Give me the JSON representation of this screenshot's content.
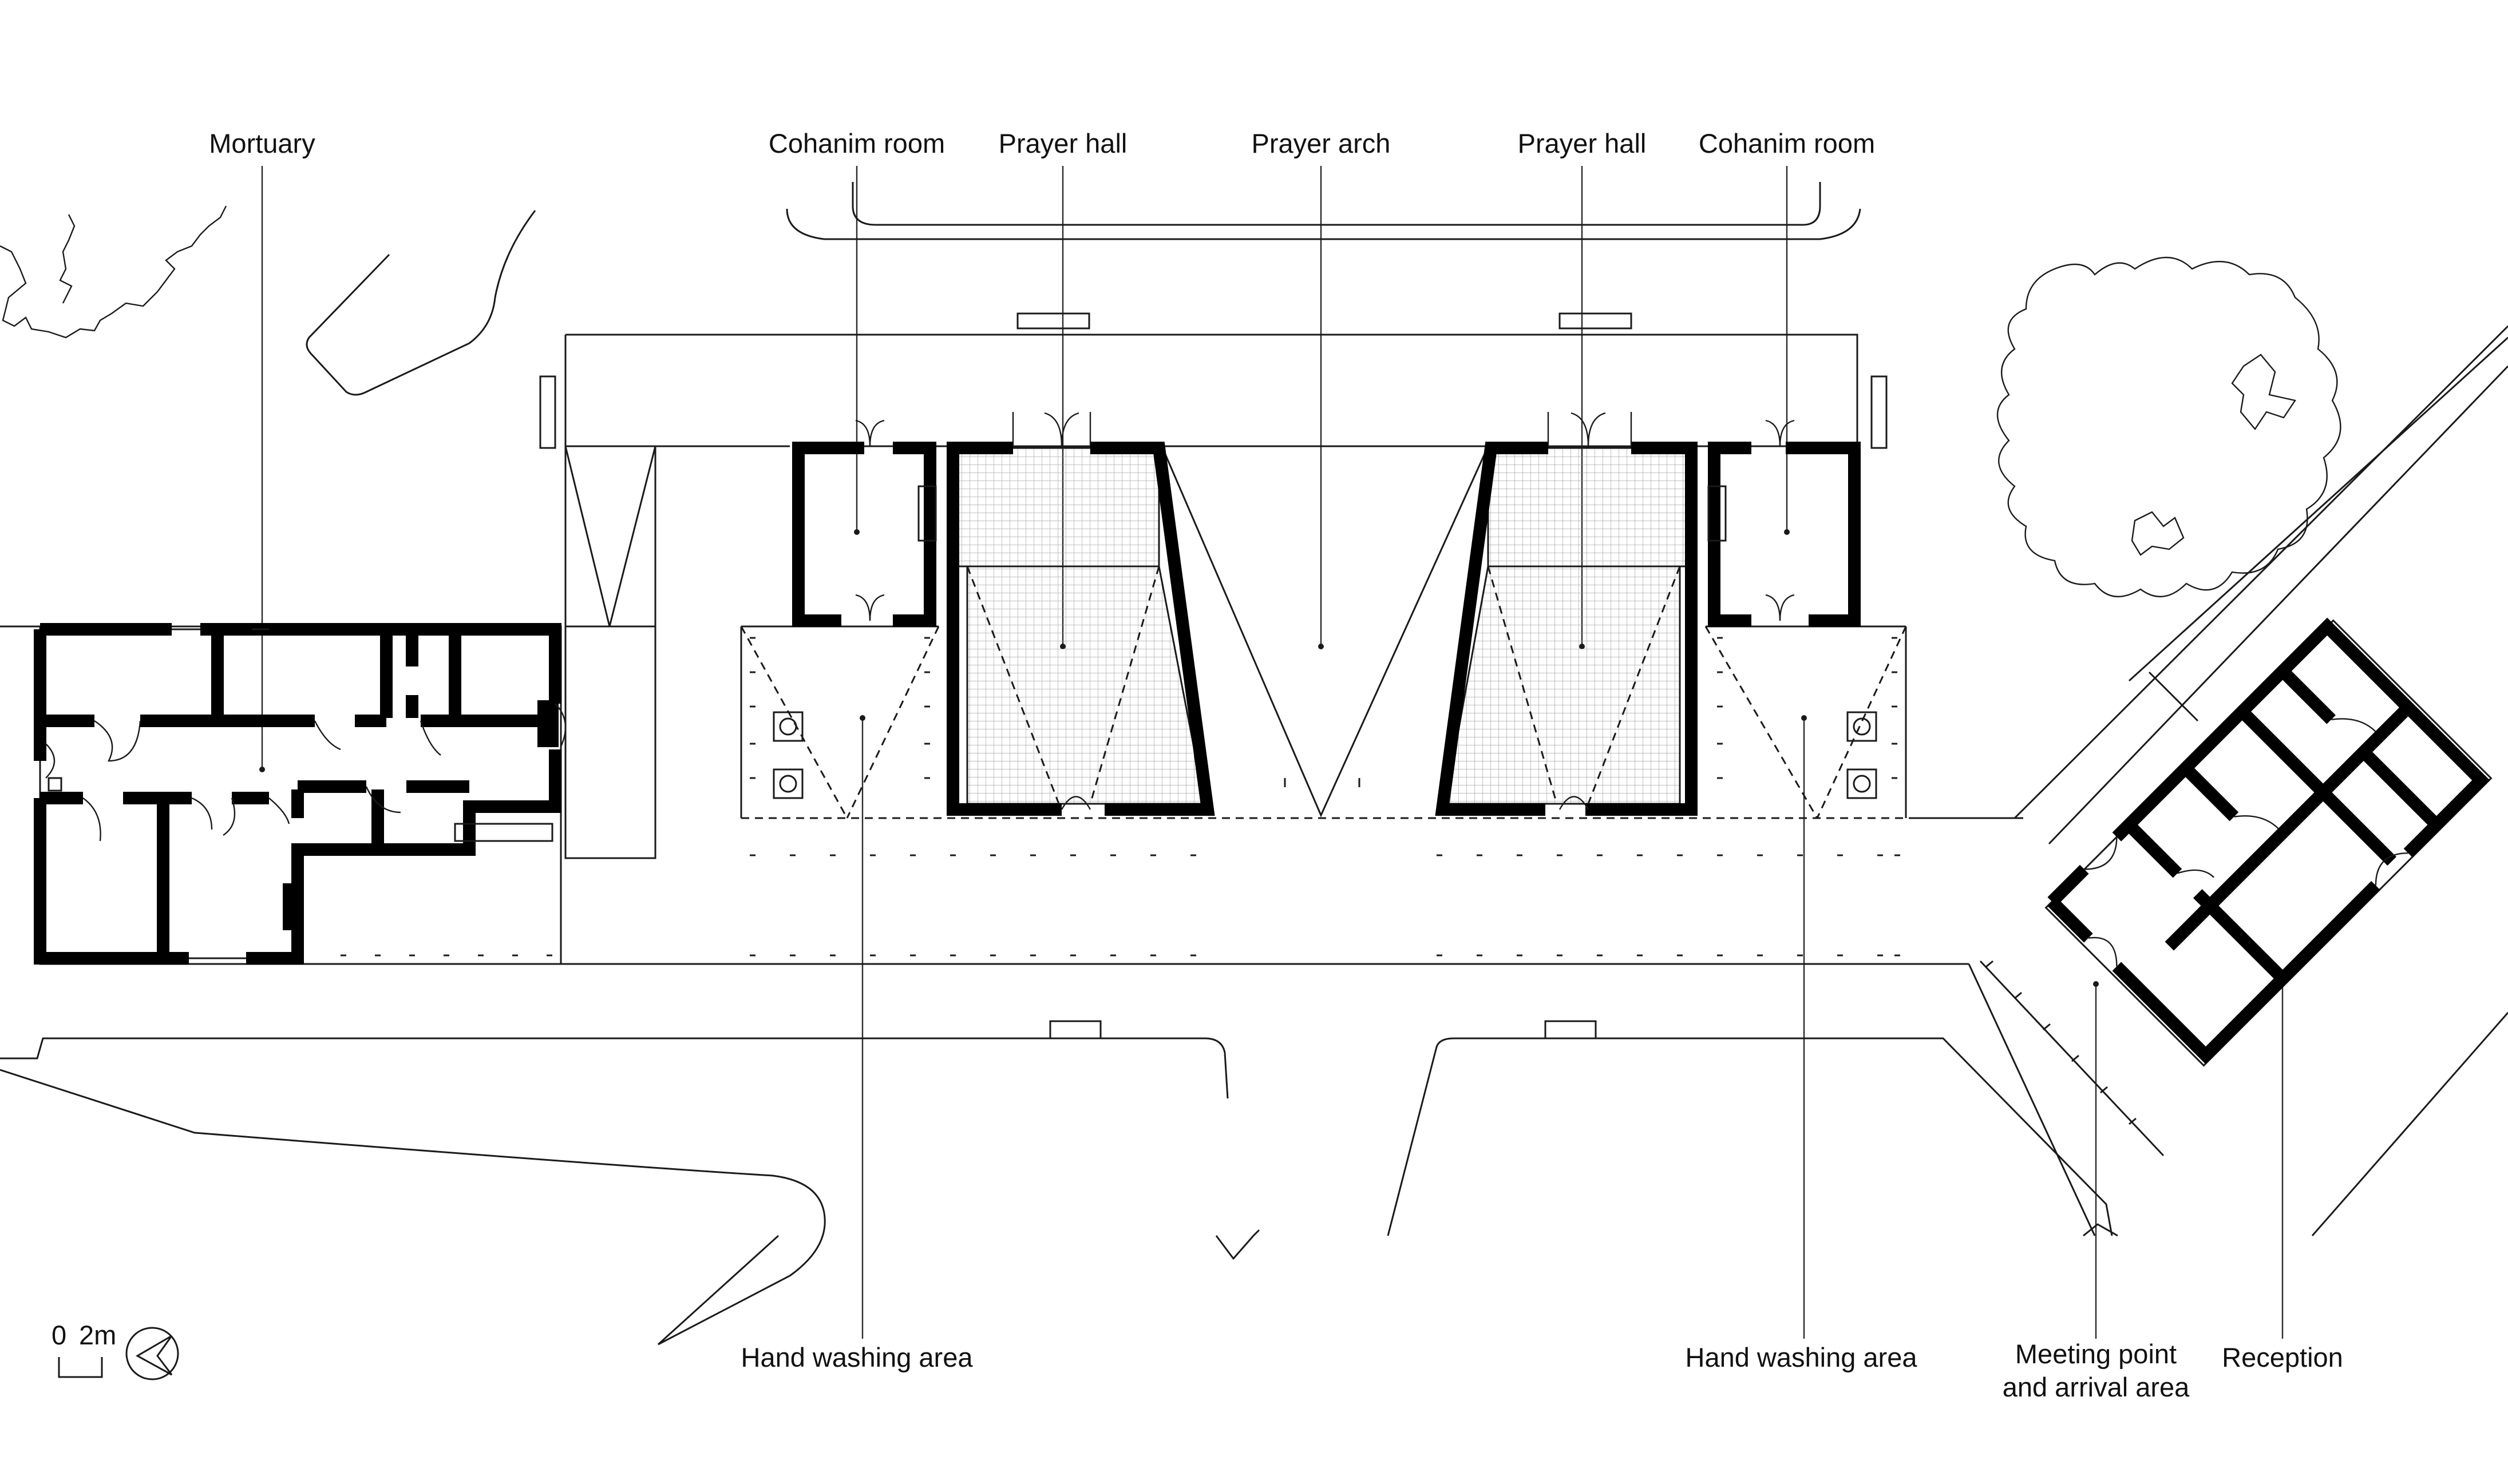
{
  "labels": {
    "mortuary": "Mortuary",
    "cohanim_room_left": "Cohanim room",
    "prayer_hall_left": "Prayer hall",
    "prayer_arch": "Prayer arch",
    "prayer_hall_right": "Prayer hall",
    "cohanim_room_right": "Cohanim room",
    "hand_washing_left": "Hand washing area",
    "hand_washing_right": "Hand washing area",
    "meeting_point_line1": "Meeting point",
    "meeting_point_line2": "and arrival area",
    "reception": "Reception"
  },
  "scale_bar": {
    "zero": "0",
    "max": "2m"
  },
  "icons": {
    "north_arrow": "north-arrow-icon"
  }
}
